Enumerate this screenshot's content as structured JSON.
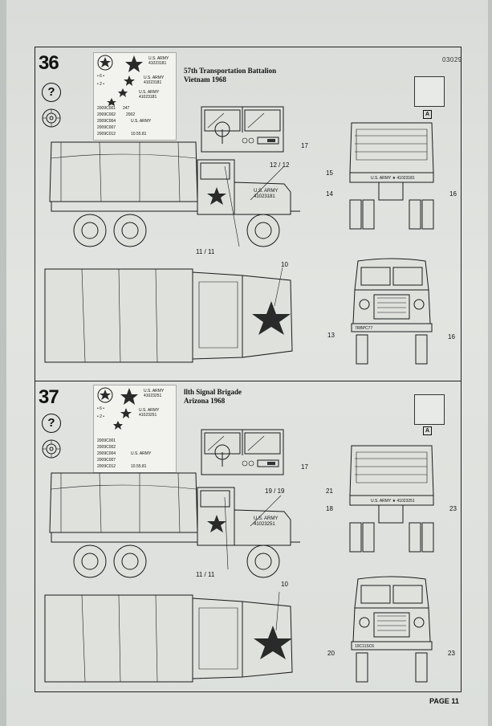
{
  "document": {
    "code": "03029",
    "page_label": "PAGE 11"
  },
  "steps": [
    {
      "number": "36",
      "help_symbol": "?",
      "caption_line1": "57th Transportation Battalion",
      "caption_line2": "Vietnam 1968",
      "side_bumper_text_1": "U.S. ARMY",
      "side_bumper_text_2": "41023181",
      "front_bumper_text": "U.S. ARMY ★ 41023181",
      "front_plate_text": "7RBPC77",
      "callouts": {
        "dash": "17",
        "door": "12 / 12",
        "hood_side": "11 / 11",
        "hood_top": "10",
        "rear_left": "15",
        "rear_left_low": "14",
        "rear_right": "16",
        "front_left": "13",
        "front_right": "16"
      },
      "marking_tag": "A"
    },
    {
      "number": "37",
      "help_symbol": "?",
      "caption_line1": "llth Signal Brigade",
      "caption_line2": "Arizona 1968",
      "side_bumper_text_1": "U.S. ARMY",
      "side_bumper_text_2": "41023251",
      "front_bumper_text": "U.S. ARMY ★ 41023251",
      "front_plate_text": "19C11SC6",
      "callouts": {
        "dash": "17",
        "door": "19 / 19",
        "hood_side": "11 / 11",
        "hood_top": "10",
        "rear_left": "21",
        "rear_left_low": "18",
        "rear_right": "23",
        "front_left": "20",
        "front_right": "23"
      },
      "marking_tag": "A"
    }
  ],
  "icons": {
    "help": "question-circle-icon",
    "wheel": "wheel-icon",
    "star": "star-icon"
  },
  "colors": {
    "paper": "#e0e2df",
    "ink": "#1a1a1a",
    "backdrop": "#bfc3c0"
  }
}
